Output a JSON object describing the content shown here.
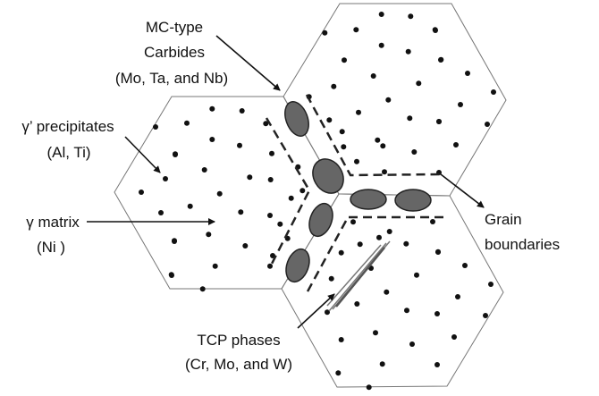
{
  "labels": {
    "mc_carbides": {
      "line1": "MC-type",
      "line2": "Carbides",
      "line3": "(Mo, Ta, and Nb)"
    },
    "gamma_prime": {
      "line1": "γ’ precipitates",
      "line2": "(Al, Ti)"
    },
    "gamma_matrix": {
      "line1": "γ matrix",
      "line2": "(Ni )"
    },
    "grain_boundaries": {
      "line1": "Grain",
      "line2": "boundaries"
    },
    "tcp_phases": {
      "line1": "TCP phases",
      "line2": "(Cr, Mo, and W)"
    }
  },
  "colors": {
    "carbide_fill": "#666666",
    "outline": "#777777",
    "ink": "#111111"
  }
}
